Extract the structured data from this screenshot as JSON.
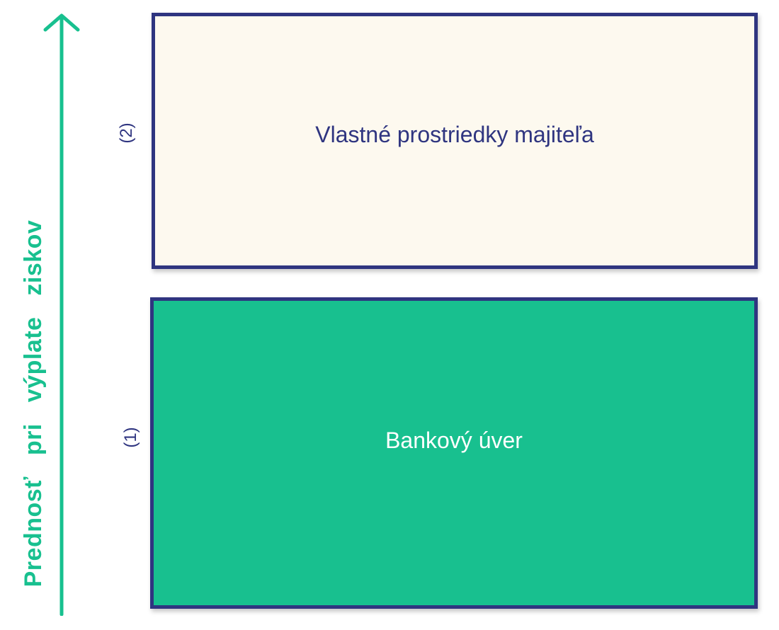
{
  "axis": {
    "label": "Prednosť pri výplate ziskov",
    "color": "#18c08f"
  },
  "layers": [
    {
      "priority": "(2)",
      "label": "Vlastné prostriedky majiteľa",
      "fill": "#fdf9ef",
      "text_color": "#2f3580"
    },
    {
      "priority": "(1)",
      "label": "Bankový úver",
      "fill": "#18c08f",
      "text_color": "#ffffff"
    }
  ],
  "border_color": "#2f3580"
}
